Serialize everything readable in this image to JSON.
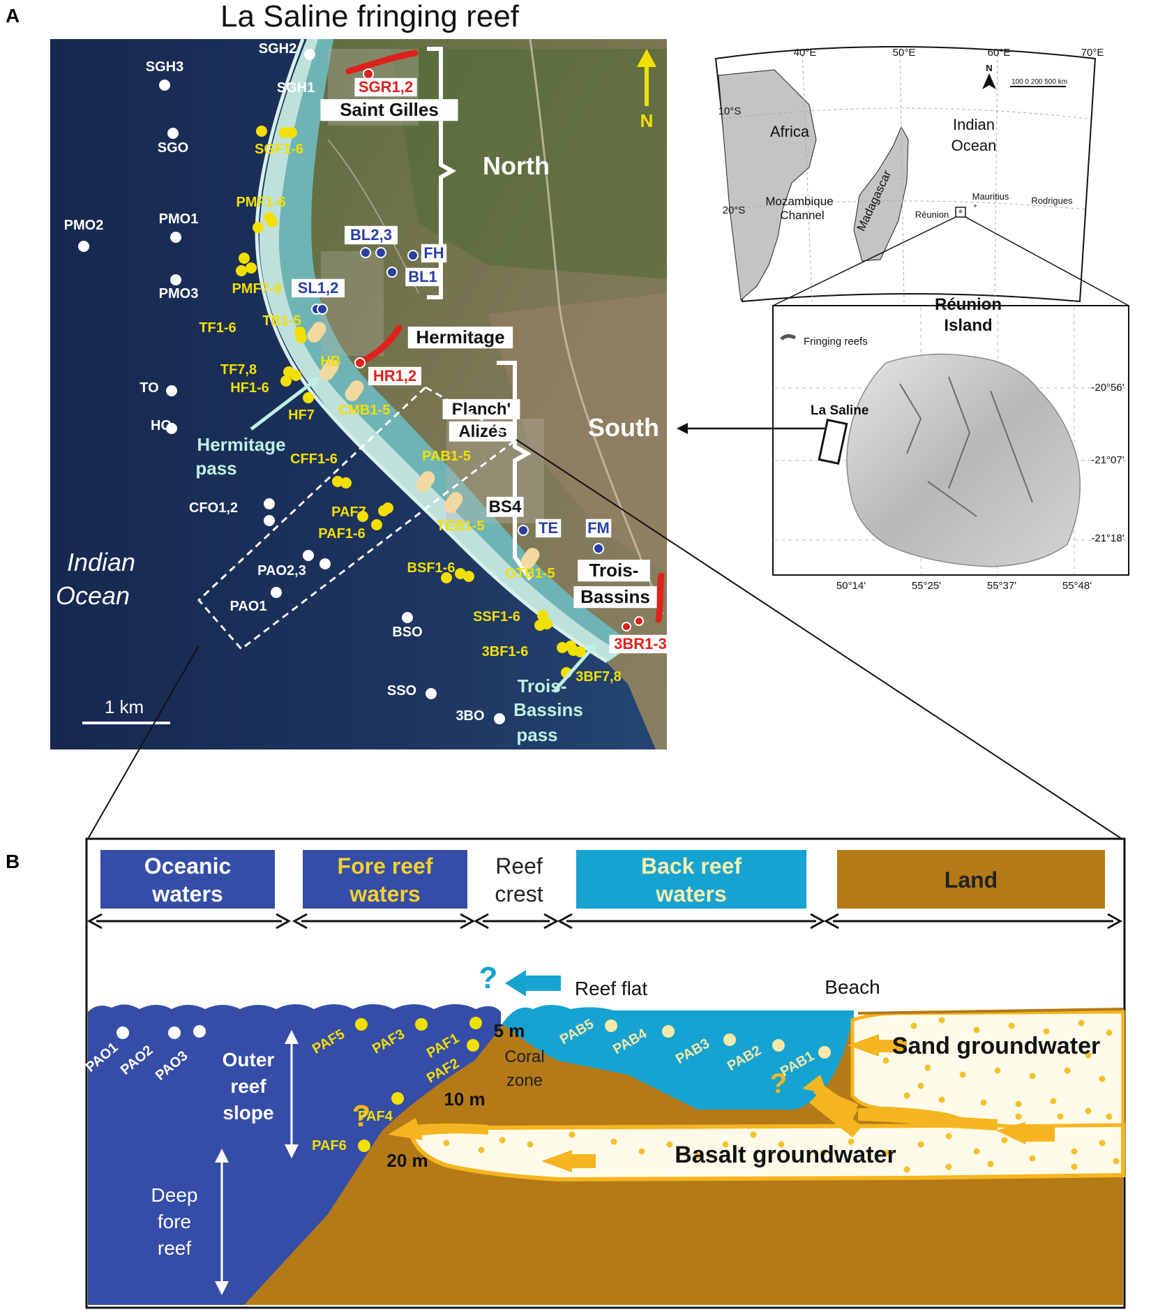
{
  "panel_a": {
    "letter": "A",
    "title": "La Saline fringing reef",
    "north_arrow": "N",
    "scale": "1 km",
    "ocean": [
      "Indian",
      "Ocean"
    ],
    "oceanic_stations": [
      {
        "name": "SGH2",
        "dot": [
          444,
          78
        ],
        "lab": [
          398,
          76
        ]
      },
      {
        "name": "SGH1",
        "dot": [
          0,
          0
        ],
        "lab": [
          424,
          132
        ]
      },
      {
        "name": "SGH3",
        "dot": [
          236,
          122
        ],
        "lab": [
          236,
          102
        ]
      },
      {
        "name": "SGO",
        "dot": [
          248,
          191
        ],
        "lab": [
          248,
          218
        ]
      },
      {
        "name": "PMO2",
        "dot": [
          120,
          353
        ],
        "lab": [
          120,
          329
        ]
      },
      {
        "name": "PMO1",
        "dot": [
          252,
          340
        ],
        "lab": [
          256,
          320
        ]
      },
      {
        "name": "PMO3",
        "dot": [
          252,
          401
        ],
        "lab": [
          256,
          427
        ]
      },
      {
        "name": "TO",
        "dot": [
          246,
          560
        ],
        "lab": [
          214,
          562
        ]
      },
      {
        "name": "HO",
        "dot": [
          246,
          614
        ],
        "lab": [
          231,
          616
        ]
      },
      {
        "name": "CFO1,2",
        "dot": [
          386,
          722
        ],
        "lab": [
          306,
          734
        ]
      },
      {
        "name": "PAO2,3",
        "dot": [
          442,
          796
        ],
        "lab": [
          404,
          824
        ]
      },
      {
        "name": "PAO1",
        "dot": [
          396,
          849
        ],
        "lab": [
          356,
          875
        ]
      },
      {
        "name": "BSO",
        "dot": [
          584,
          885
        ],
        "lab": [
          584,
          912
        ]
      },
      {
        "name": "SSO",
        "dot": [
          618,
          994
        ],
        "lab": [
          576,
          996
        ]
      },
      {
        "name": "3BO",
        "dot": [
          716,
          1030
        ],
        "lab": [
          674,
          1032
        ]
      }
    ],
    "fore_reef_stations": [
      {
        "name": "SGF1-6",
        "lab": [
          400,
          220
        ]
      },
      {
        "name": "PMF1-6",
        "lab": [
          374,
          296
        ]
      },
      {
        "name": "PMF7-9",
        "lab": [
          368,
          420
        ]
      },
      {
        "name": "TF1-6",
        "lab": [
          312,
          476
        ]
      },
      {
        "name": "TF7,8",
        "lab": [
          342,
          536
        ]
      },
      {
        "name": "HF1-6",
        "lab": [
          358,
          562
        ]
      },
      {
        "name": "HF7",
        "lab": [
          432,
          601
        ]
      },
      {
        "name": "CFF1-6",
        "lab": [
          450,
          664
        ]
      },
      {
        "name": "PAF7",
        "lab": [
          500,
          740
        ]
      },
      {
        "name": "PAF1-6",
        "lab": [
          490,
          771
        ]
      },
      {
        "name": "BSF1-6",
        "lab": [
          618,
          820
        ]
      },
      {
        "name": "SSF1-6",
        "lab": [
          712,
          890
        ]
      },
      {
        "name": "3BF1-6",
        "lab": [
          724,
          940
        ]
      },
      {
        "name": "3BF7,8",
        "lab": [
          858,
          976
        ]
      }
    ],
    "back_reef_stations": [
      {
        "name": "TB1-5",
        "lab": [
          404,
          466
        ]
      },
      {
        "name": "HB",
        "lab": [
          474,
          524
        ]
      },
      {
        "name": "CMB1-5",
        "lab": [
          522,
          594
        ]
      },
      {
        "name": "PAB1-5",
        "lab": [
          640,
          660
        ]
      },
      {
        "name": "TEB1-5",
        "lab": [
          660,
          760
        ]
      },
      {
        "name": "GTB1-5",
        "lab": [
          760,
          828
        ]
      }
    ],
    "groundwater": [
      "BL2,3",
      "FH",
      "BL1",
      "SL1,2",
      "TE",
      "FM"
    ],
    "sgr": [
      "SGR1,2",
      "HR1,2",
      "3BR1-3"
    ],
    "places": [
      "Saint Gilles",
      "Hermitage",
      "Planch'",
      "Alizés",
      "BS4",
      "Trois-",
      "Bassins"
    ],
    "zones": [
      "North",
      "South"
    ],
    "passes": [
      "Hermitage",
      "pass",
      "Trois-",
      "Bassins",
      "pass"
    ]
  },
  "inset": {
    "lon_labels": [
      "40°E",
      "50°E",
      "60°E",
      "70°E"
    ],
    "lat_labels": [
      "10°S",
      "20°S"
    ],
    "places": [
      "Africa",
      "Madagascar",
      "Mozambique",
      "Channel",
      "Indian",
      "Ocean",
      "Mauritius",
      "Rodrigues",
      "Réunion"
    ],
    "scale_text": "100  0   200    500 km",
    "north": "N",
    "island_title": [
      "Réunion",
      "Island"
    ],
    "legend": "Fringing reefs",
    "site": "La Saline",
    "island_lat": [
      "-20°56'",
      "-21°07'",
      "-21°18'"
    ],
    "island_lon": [
      "50°14'",
      "55°25'",
      "55°37'",
      "55°48'"
    ]
  },
  "panel_b": {
    "letter": "B",
    "zones": [
      {
        "lines": [
          "Oceanic",
          "waters"
        ],
        "color": "#354da6",
        "text": "#ffffff"
      },
      {
        "lines": [
          "Fore reef",
          "waters"
        ],
        "color": "#354da6",
        "text": "#f2d030"
      },
      {
        "lines": [
          "Reef",
          "crest"
        ],
        "color": "#ffffff",
        "text": "#222222"
      },
      {
        "lines": [
          "Back reef",
          "waters"
        ],
        "color": "#16a3d2",
        "text": "#f5efb0"
      },
      {
        "lines": [
          "Land"
        ],
        "color": "#b37a17",
        "text": "#222222"
      }
    ],
    "pao": [
      "PAO1",
      "PAO2",
      "PAO3"
    ],
    "paf": [
      "PAF5",
      "PAF3",
      "PAF1",
      "PAF2",
      "PAF4",
      "PAF6"
    ],
    "pab": [
      "PAB5",
      "PAB4",
      "PAB3",
      "PAB2",
      "PAB1"
    ],
    "depths": [
      "5 m",
      "10 m",
      "20 m"
    ],
    "labels": {
      "reef_flat": "Reef flat",
      "beach": "Beach",
      "outer_slope": [
        "Outer",
        "reef",
        "slope"
      ],
      "deep_fore": [
        "Deep",
        "fore",
        "reef"
      ],
      "coral_zone": [
        "Coral",
        "zone"
      ],
      "sand_gw": "Sand groundwater",
      "basalt_gw": "Basalt groundwater",
      "question": "?"
    }
  },
  "colors": {
    "ocean": "#354da6",
    "back_reef": "#16a3d2",
    "land": "#b37a17",
    "fore_label": "#f2d030",
    "groundwater_arrow": "#f5b520",
    "sgd": "#e0201c",
    "gw_station": "#2b3fa0"
  }
}
